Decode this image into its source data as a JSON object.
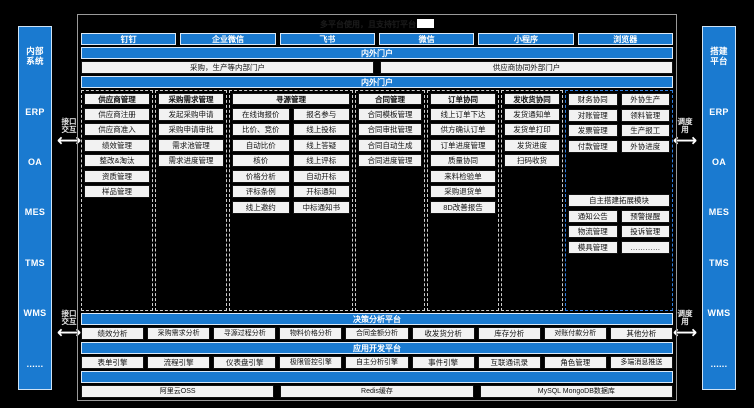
{
  "title": "多平台使用，且支持钉平台",
  "left_rail": {
    "items": [
      {
        "label": "内部\n系统",
        "cjk": true
      },
      {
        "label": "ERP",
        "cjk": false
      },
      {
        "label": "OA",
        "cjk": false
      },
      {
        "label": "MES",
        "cjk": false
      },
      {
        "label": "TMS",
        "cjk": false
      },
      {
        "label": "WMS",
        "cjk": false
      },
      {
        "label": "......",
        "cjk": false
      }
    ]
  },
  "right_rail": {
    "items": [
      {
        "label": "搭建\n平台",
        "cjk": true
      },
      {
        "label": "ERP",
        "cjk": false
      },
      {
        "label": "OA",
        "cjk": false
      },
      {
        "label": "MES",
        "cjk": false
      },
      {
        "label": "TMS",
        "cjk": false
      },
      {
        "label": "WMS",
        "cjk": false
      },
      {
        "label": "......",
        "cjk": false
      }
    ]
  },
  "arrows": {
    "left_top": "接口\n交互",
    "left_bottom": "接口\n交互",
    "right_top": "调度\n用",
    "right_bottom": "调度\n用",
    "glyph": "⟷"
  },
  "clients": [
    "钉钉",
    "企业微信",
    "飞书",
    "微信",
    "小程序",
    "浏览器"
  ],
  "portal_bar_1": "内外门户",
  "portals": [
    "采购，生产等内部门户",
    "供应商协同外部门户"
  ],
  "portal_bar_2": "内外门户",
  "groups": [
    {
      "name": "supplier",
      "width_class": "g1",
      "highlight": false,
      "head": "供应商管理",
      "columns": [
        [
          "供应商注册",
          "供应商准入",
          "绩效管理",
          "整改&淘汰",
          "资质管理",
          "样品管理"
        ]
      ]
    },
    {
      "name": "demand",
      "width_class": "g2",
      "highlight": false,
      "head": "采购需求管理",
      "columns": [
        [
          "发起采购申请",
          "采购申请审批",
          "需求池管理",
          "需求进度管理"
        ]
      ]
    },
    {
      "name": "sourcing",
      "width_class": "g3",
      "highlight": false,
      "head": "寻源管理",
      "columns": [
        [
          "在线询报价",
          "比价、竞价",
          "自动比价",
          "核价",
          "价格分析",
          "评标条例",
          "线上邀约"
        ],
        [
          "报名参与",
          "线上投标",
          "线上答疑",
          "线上评标",
          "自动开标",
          "开标通知",
          "中标通知书"
        ]
      ]
    },
    {
      "name": "contract",
      "width_class": "g4",
      "highlight": false,
      "head": "合同管理",
      "columns": [
        [
          "合同模板管理",
          "合同审批管理",
          "合同自动生成",
          "合同进度管理"
        ]
      ]
    },
    {
      "name": "order",
      "width_class": "g5",
      "highlight": false,
      "head": "订单协同",
      "columns": [
        [
          "线上订单下达",
          "供方确认订单",
          "订单进度管理",
          "质量协同",
          "来料检验单",
          "采购退货单",
          "8D改善报告"
        ]
      ]
    },
    {
      "name": "delivery",
      "width_class": "g6",
      "highlight": false,
      "head": "发收货协同",
      "columns": [
        [
          "发货通知单",
          "发货单打印",
          "发货进度",
          "扫码收货"
        ]
      ]
    }
  ],
  "group_right": {
    "name": "finance-outsourcing",
    "highlight": true,
    "heads": [
      "财务协同",
      "外协生产"
    ],
    "columns": [
      [
        "对账管理",
        "发票管理",
        "付款管理"
      ],
      [
        "领料管理",
        "生产报工",
        "外协进度"
      ]
    ],
    "extend_head": "自主搭建拓展模块",
    "extend_columns": [
      [
        "通知公告",
        "物流管理",
        "模具管理"
      ],
      [
        "预警提醒",
        "投诉管理",
        "…………"
      ]
    ]
  },
  "decision_platform": {
    "bar": "决策分析平台",
    "items": [
      "绩效分析",
      "采购需求分析",
      "寻源过程分析",
      "物料价格分析",
      "合同金额分析",
      "收发货分析",
      "库存分析",
      "对账付款分析",
      "其他分析"
    ]
  },
  "app_platform": {
    "bar": "应用开发平台",
    "items": [
      "表单引擎",
      "流程引擎",
      "仪表盘引擎",
      "极限管控引擎",
      "自主分析引擎",
      "事件引擎",
      "互联通讯录",
      "角色管理",
      "多端消息推送"
    ]
  },
  "infra_bar": "",
  "infra": [
    "阿里云OSS",
    "Redis缓存",
    "MySQL MongoDB数据库"
  ],
  "colors": {
    "brand_blue": "#1a7ad0",
    "background": "#000000",
    "box_fill": "#f2f2f2",
    "highlight_border": "#2f7fe0"
  }
}
